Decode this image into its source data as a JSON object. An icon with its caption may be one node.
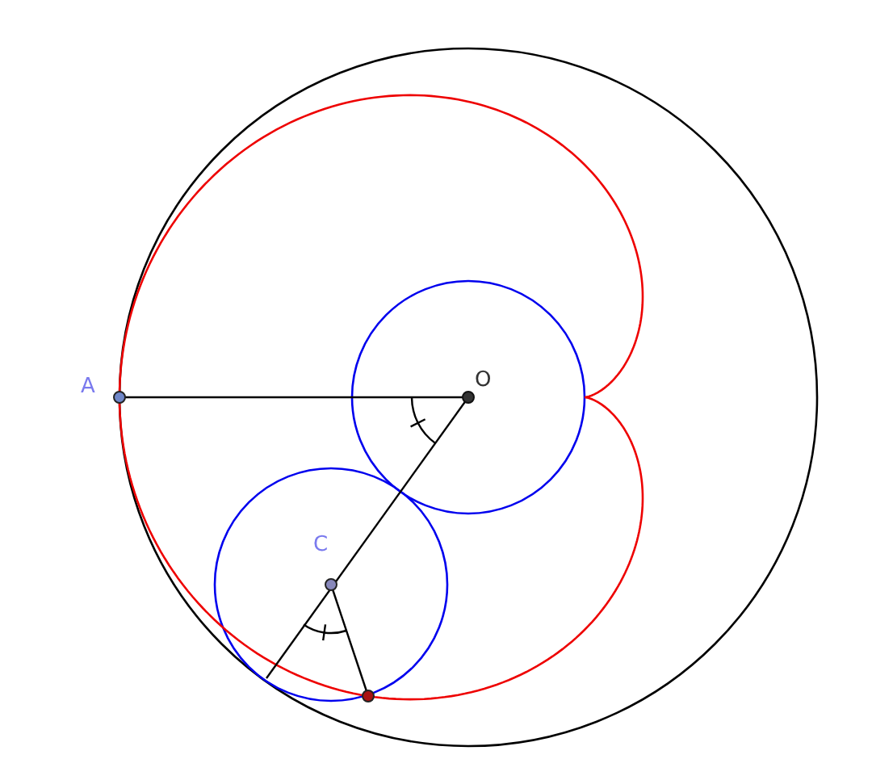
{
  "diagram": {
    "labels": [
      "A",
      "O",
      "C"
    ]
  }
}
